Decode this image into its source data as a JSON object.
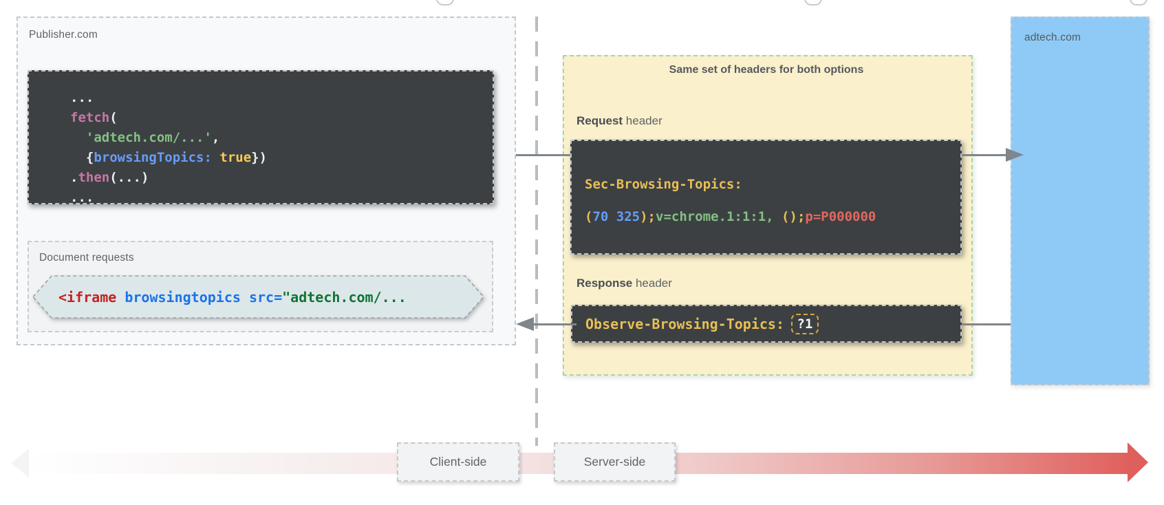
{
  "publisher": {
    "label": "Publisher.com",
    "code_lines": [
      [
        {
          "t": "..."
        }
      ],
      [
        {
          "t": "fetch",
          "c": "pink"
        },
        {
          "t": "("
        }
      ],
      [
        {
          "t": "  "
        },
        {
          "t": "'adtech.com/...'",
          "c": "green"
        },
        {
          "t": ","
        }
      ],
      [
        {
          "t": "  {"
        },
        {
          "t": "browsingTopics",
          "c": "blue"
        },
        {
          "t": ":",
          "c": "blue"
        },
        {
          "t": " "
        },
        {
          "t": "true",
          "c": "yellow"
        },
        {
          "t": "})"
        }
      ],
      [
        {
          "t": "."
        },
        {
          "t": "then",
          "c": "pink"
        },
        {
          "t": "(...)"
        }
      ],
      [
        {
          "t": "..."
        }
      ]
    ],
    "document_requests": {
      "label": "Document requests",
      "code": [
        {
          "t": "<",
          "c": "dred"
        },
        {
          "t": "iframe",
          "c": "dred"
        },
        {
          "t": " "
        },
        {
          "t": "browsingtopics",
          "c": "dblue"
        },
        {
          "t": " "
        },
        {
          "t": "src=",
          "c": "dblue"
        },
        {
          "t": "\"adtech.com/...",
          "c": "dgreen"
        }
      ]
    }
  },
  "headers_panel": {
    "title": "Same set of headers for both options",
    "request_label_strong": "Request",
    "request_label_rest": " header",
    "request_code_line1": [
      {
        "t": "Sec-Browsing-Topics:",
        "c": "gold"
      }
    ],
    "request_code_line2": [
      {
        "t": "(",
        "c": "gold"
      },
      {
        "t": "70 325",
        "c": "blue"
      },
      {
        "t": ")",
        "c": "gold"
      },
      {
        "t": ";",
        "c": "gold"
      },
      {
        "t": "v=chrome.1:1:1,",
        "c": "green"
      },
      {
        "t": " "
      },
      {
        "t": "()",
        "c": "gold"
      },
      {
        "t": ";",
        "c": "gold"
      },
      {
        "t": "p=P000000",
        "c": "red"
      }
    ],
    "response_label_strong": "Response",
    "response_label_rest": " header",
    "response_code": [
      {
        "t": "Observe-Browsing-Topics:",
        "c": "gold"
      }
    ],
    "response_flag": "?1"
  },
  "adtech": {
    "label": "adtech.com"
  },
  "timeline": {
    "client": "Client-side",
    "server": "Server-side"
  },
  "colors": {
    "yellow_panel_bg": "#fbf0cc",
    "yellow_panel_border": "#a8d5a2",
    "adtech_blue": "#8ecaf5",
    "code_bg": "#3c4043",
    "arrow_red": "#df5f5c"
  }
}
